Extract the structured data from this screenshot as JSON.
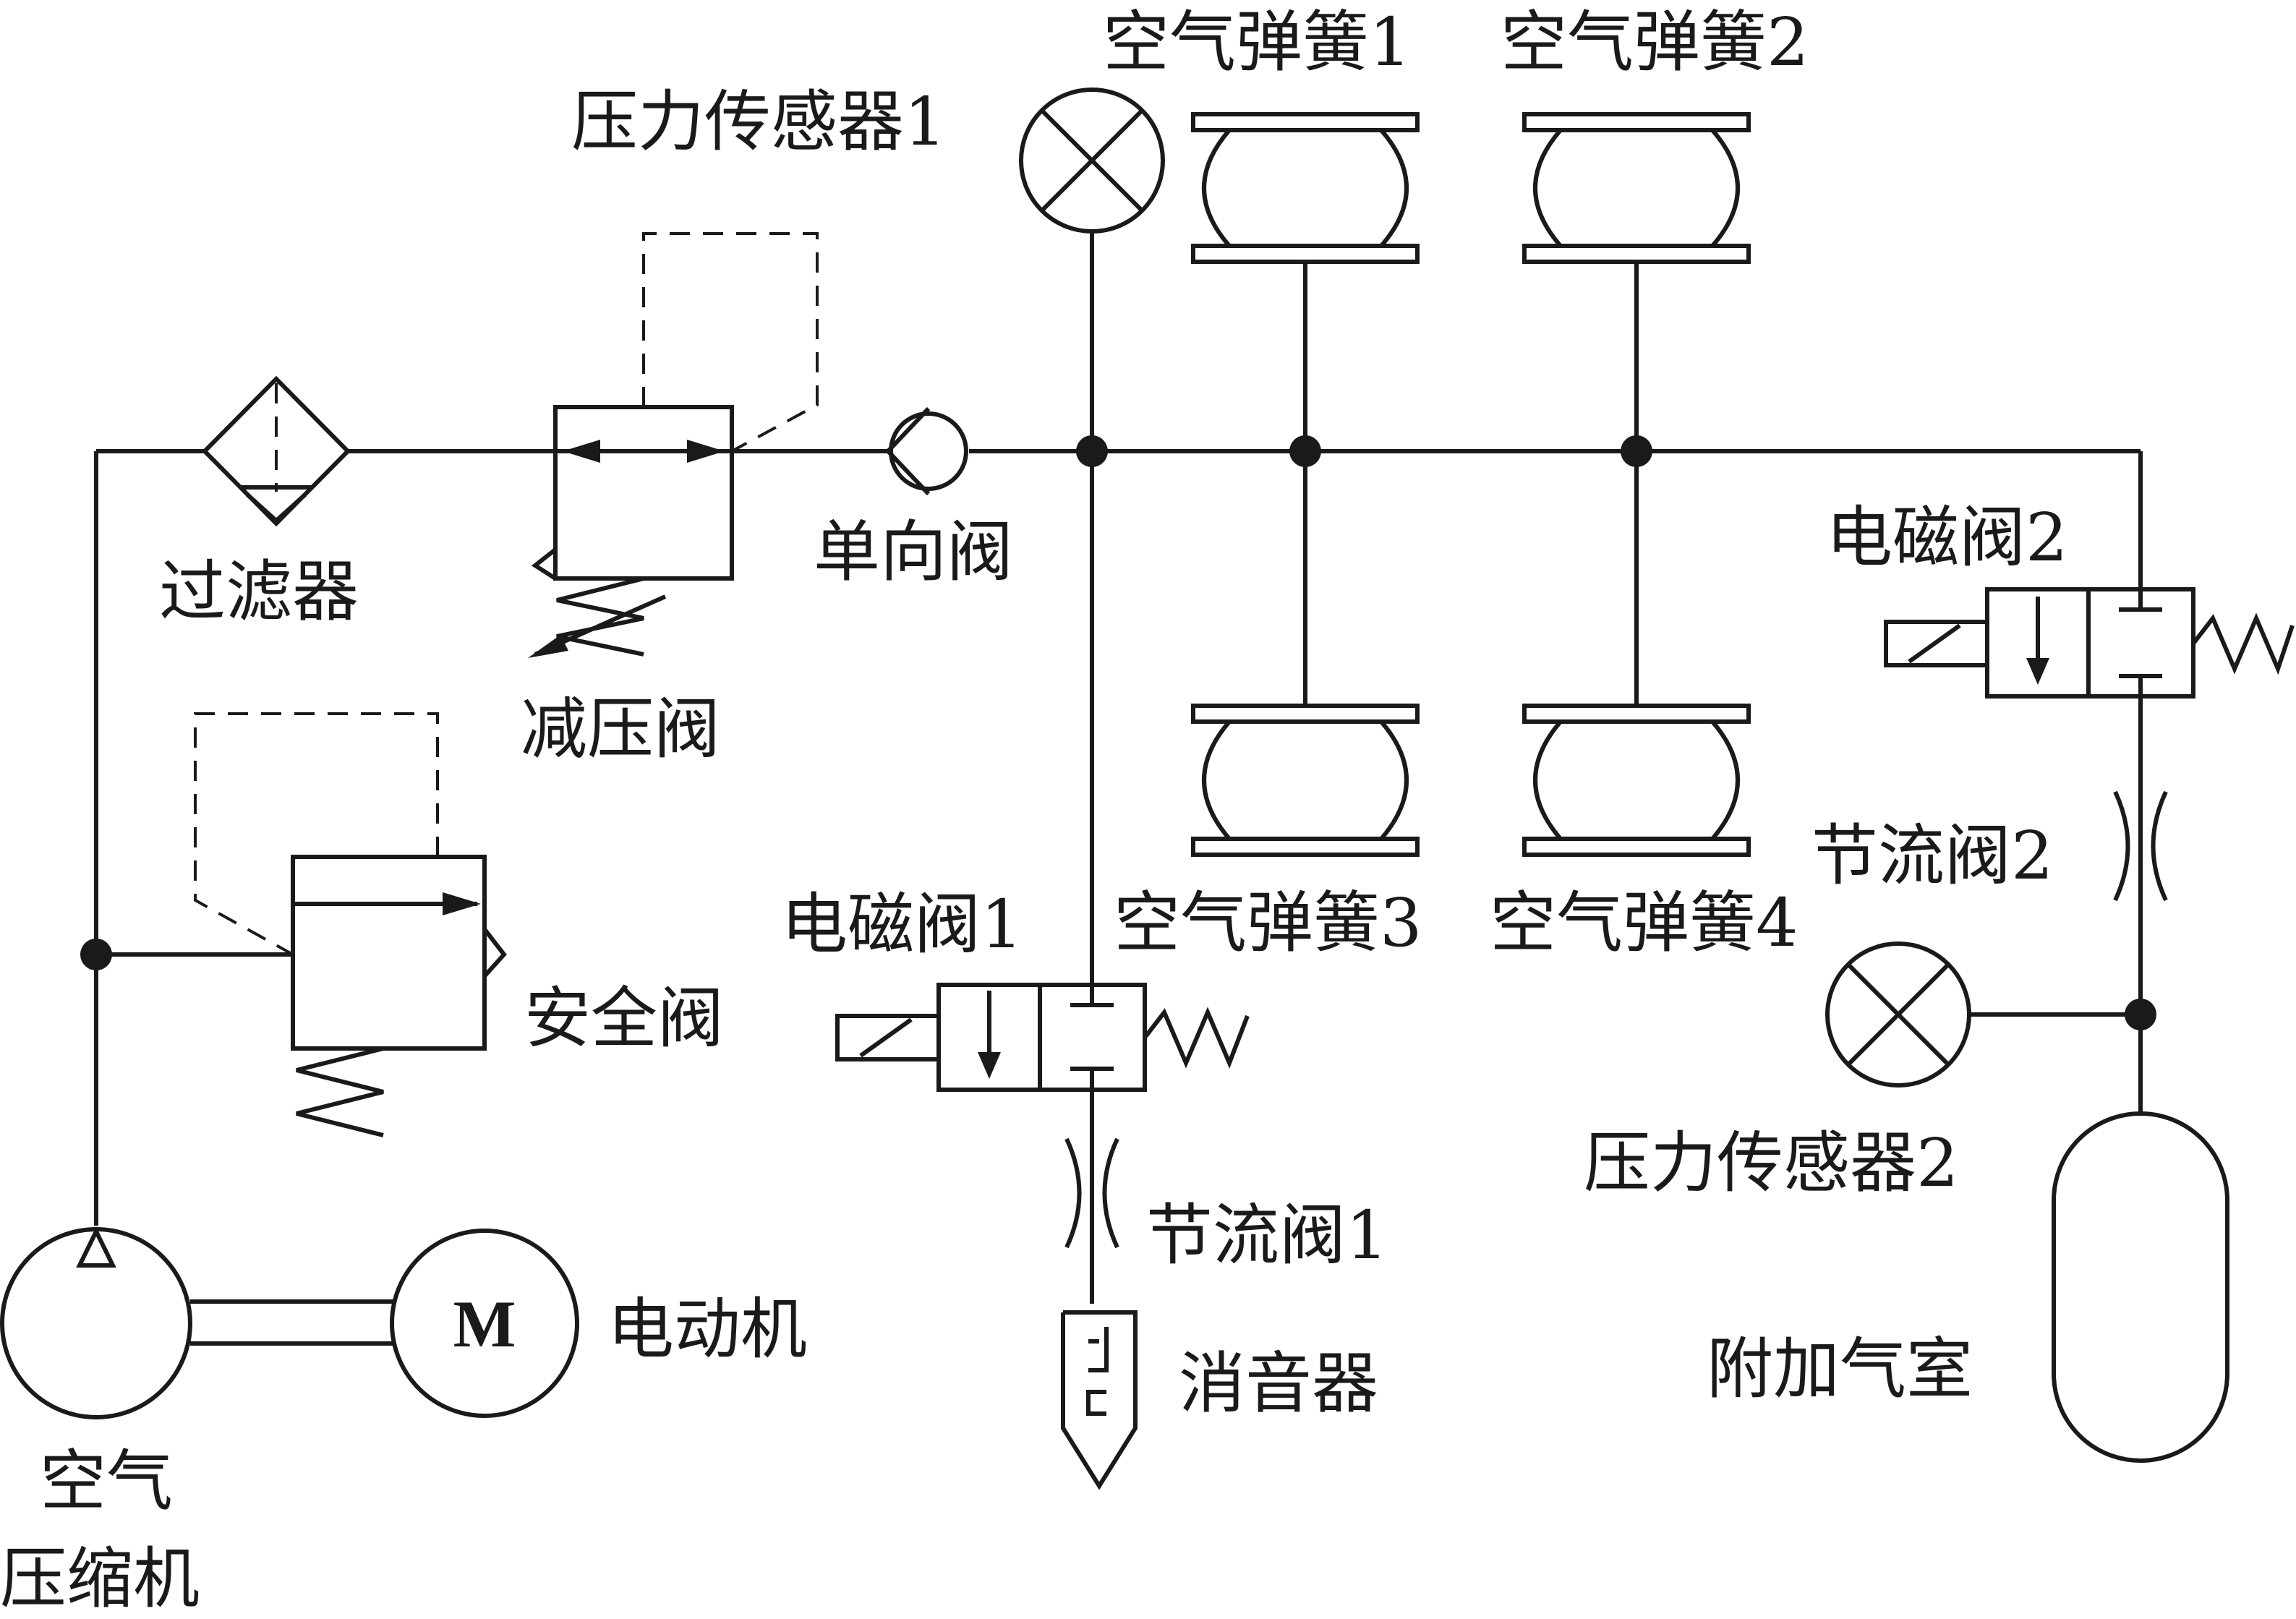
{
  "labels": {
    "pressure_sensor_1": "压力传感器1",
    "air_spring_1": "空气弹簧1",
    "air_spring_2": "空气弹簧2",
    "air_spring_3": "空气弹簧3",
    "air_spring_4": "空气弹簧4",
    "filter": "过滤器",
    "check_valve": "单向阀",
    "pressure_reducing_valve": "减压阀",
    "safety_valve": "安全阀",
    "solenoid_valve_1": "电磁阀1",
    "solenoid_valve_2": "电磁阀2",
    "throttle_valve_1": "节流阀1",
    "throttle_valve_2": "节流阀2",
    "pressure_sensor_2": "压力传感器2",
    "muffler": "消音器",
    "motor": "电动机",
    "motor_symbol": "M",
    "compressor_line1": "空气",
    "compressor_line2": "压缩机",
    "aux_chamber": "附加气室"
  }
}
